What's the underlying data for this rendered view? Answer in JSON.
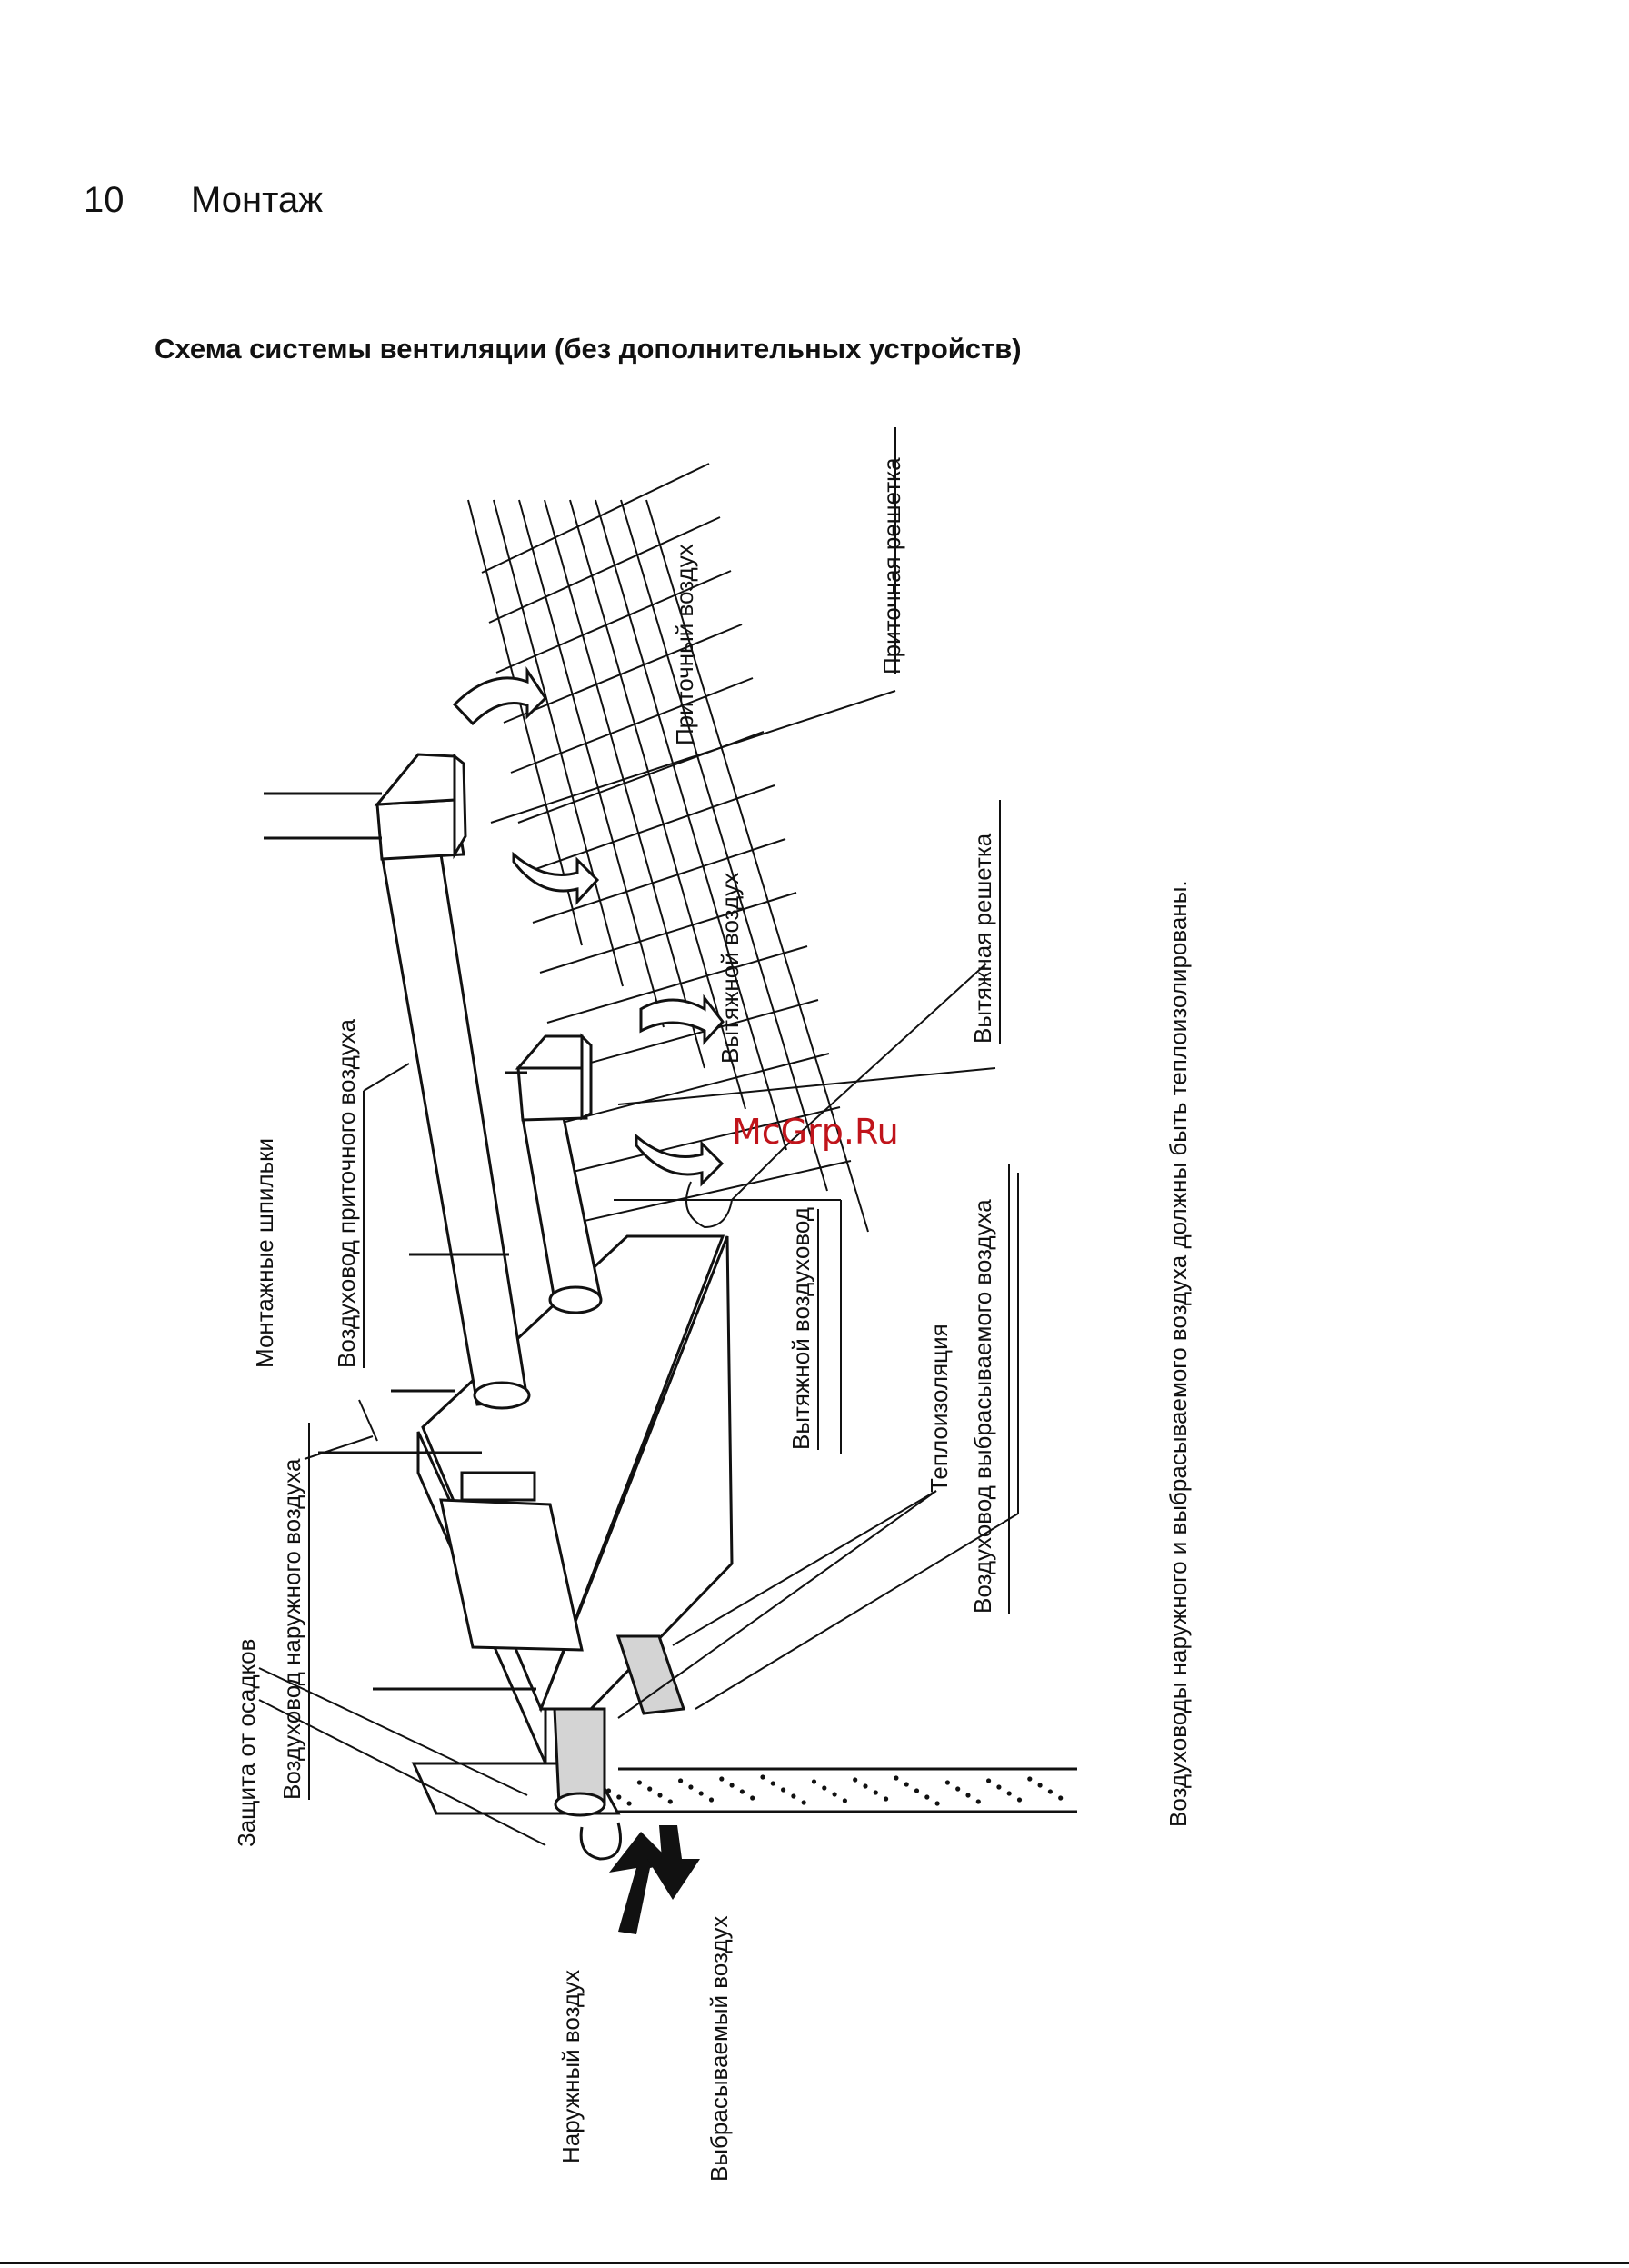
{
  "page": {
    "number": "10",
    "section": "Монтаж",
    "title": "Схема системы вентиляции (без дополнительных устройств)"
  },
  "labels": {
    "supply_grille": "Приточная решетка",
    "supply_air": "Приточный воздух",
    "exhaust_grille": "Вытяжная решетка",
    "exhaust_air": "Вытяжной воздух",
    "mounting_studs": "Монтажные шпильки",
    "supply_duct": "Воздуховод приточного воздуха",
    "exhaust_duct": "Вытяжной воздуховод",
    "insulation": "Теплоизоляция",
    "discharge_duct": "Воздуховод выбрасываемого воздуха",
    "outdoor_duct": "Воздуховод наружного воздуха",
    "rain_protection": "Защита от осадков",
    "outdoor_air": "Наружный воздух",
    "discharged_air": "Выбрасываемый воздух"
  },
  "note": "Воздуховоды наружного и выбрасываемого воздуха должны быть теплоизолированы.",
  "watermark": "McGrp.Ru",
  "colors": {
    "watermark": "#c0141b",
    "insulation_fill": "#d4d4d4"
  }
}
